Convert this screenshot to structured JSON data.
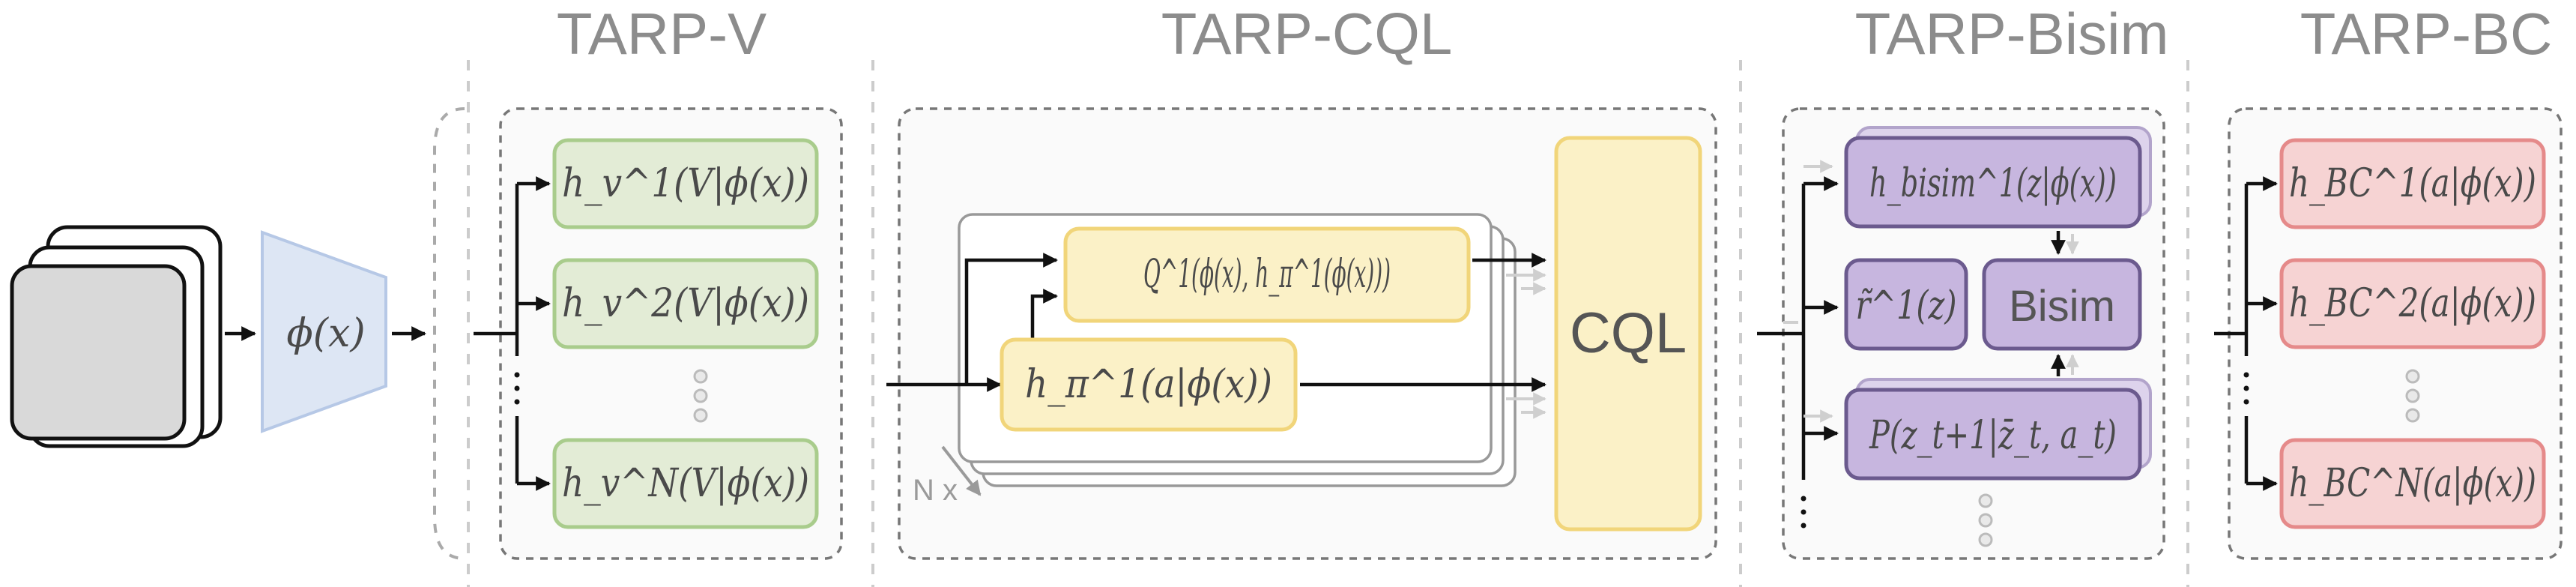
{
  "sections": {
    "v": {
      "title": "TARP-V"
    },
    "cql": {
      "title": "TARP-CQL"
    },
    "bisim": {
      "title": "TARP-Bisim"
    },
    "bc": {
      "title": "TARP-BC"
    }
  },
  "encoder": {
    "label": "ϕ(x)"
  },
  "tarp_v": {
    "heads": [
      {
        "label": "h_v^1(V|ϕ(x))"
      },
      {
        "label": "h_v^2(V|ϕ(x))"
      },
      {
        "label": "h_v^N(V|ϕ(x))"
      }
    ]
  },
  "tarp_cql": {
    "q_head": "Q^1(ϕ(x), h_π^1(ϕ(x)))",
    "policy_head": "h_π^1(a|ϕ(x))",
    "repeat_label": "N x",
    "cql_label": "CQL"
  },
  "tarp_bisim": {
    "head": "h_bisim^1(z|ϕ(x))",
    "reward": "r̃^1(z)",
    "bisim_label": "Bisim",
    "dynamics": "P(z_t+1|z̄_t, a_t)"
  },
  "tarp_bc": {
    "heads": [
      {
        "label": "h_BC^1(a|ϕ(x))"
      },
      {
        "label": "h_BC^2(a|ϕ(x))"
      },
      {
        "label": "h_BC^N(a|ϕ(x))"
      }
    ]
  },
  "colors": {
    "green_fill": "#e3ecd6",
    "green_stroke": "#a9cc8c",
    "yellow_fill": "#fbf1c7",
    "yellow_stroke": "#f1d57a",
    "purple_fill": "#c7b6df",
    "purple_stroke": "#6b5a8e",
    "red_fill": "#f6d3d3",
    "red_stroke": "#e58a8a",
    "blue_fill": "#dde6f4",
    "blue_stroke": "#b6c8e6"
  }
}
